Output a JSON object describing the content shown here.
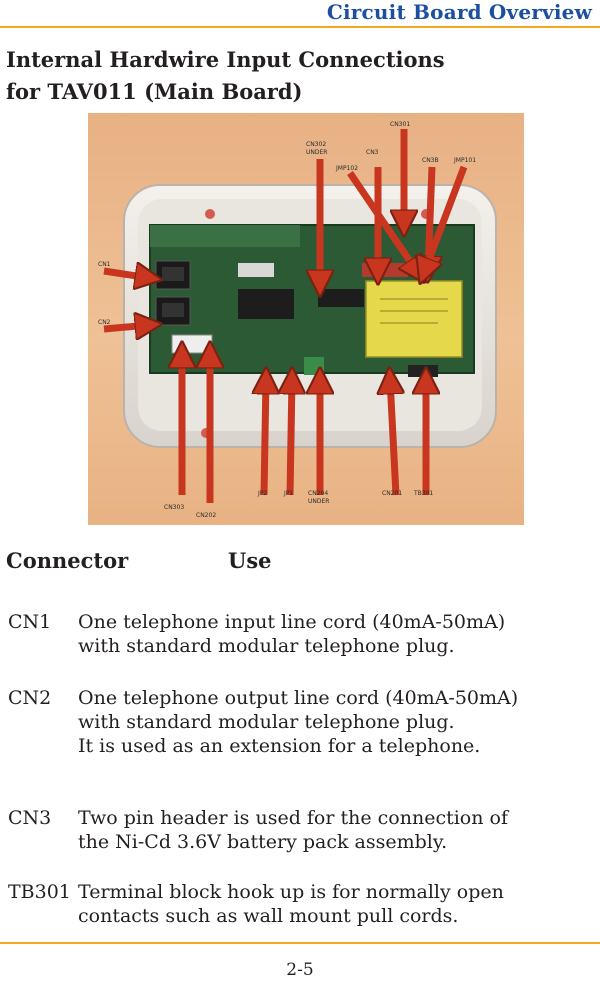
{
  "header": {
    "title": "Circuit Board Overview"
  },
  "document": {
    "title_line1": "Internal Hardwire Input Connections",
    "title_line2": "for TAV011 (Main Board)"
  },
  "photo": {
    "labels": {
      "cn1": "CN1",
      "cn2": "CN2",
      "cn3": "CN3",
      "cn3b": "CN3B",
      "cn301": "CN301",
      "cn302": "CN302",
      "cn302_under": "UNDER",
      "jmp101": "JMP101",
      "jmp102": "JMP102",
      "cn303": "CN303",
      "cn202": "CN202",
      "cn201": "CN201",
      "tb301": "TB301",
      "jp1": "JP1",
      "jp2": "JP2",
      "cn204": "CN204",
      "cn204_under": "UNDER"
    },
    "colors": {
      "arrow": "#c8361f",
      "board": "#2b5a34",
      "relay": "#e5d84a"
    }
  },
  "table": {
    "col_connector": "Connector",
    "col_use": "Use",
    "rows": [
      {
        "id": "CN1",
        "lines": [
          "One telephone input line cord (40mA-50mA)",
          "with standard modular telephone plug."
        ]
      },
      {
        "id": "CN2",
        "lines": [
          "One telephone output line cord (40mA-50mA)",
          "with standard modular telephone plug.",
          "It is used as an extension for a telephone."
        ]
      },
      {
        "id": "CN3",
        "lines": [
          "Two pin header is used for the connection of",
          "the Ni-Cd 3.6V battery pack assembly."
        ]
      },
      {
        "id": "TB301",
        "lines": [
          "Terminal block hook up is for normally open",
          "contacts such as wall mount pull cords."
        ]
      }
    ]
  },
  "footer": {
    "page_number": "2-5"
  }
}
